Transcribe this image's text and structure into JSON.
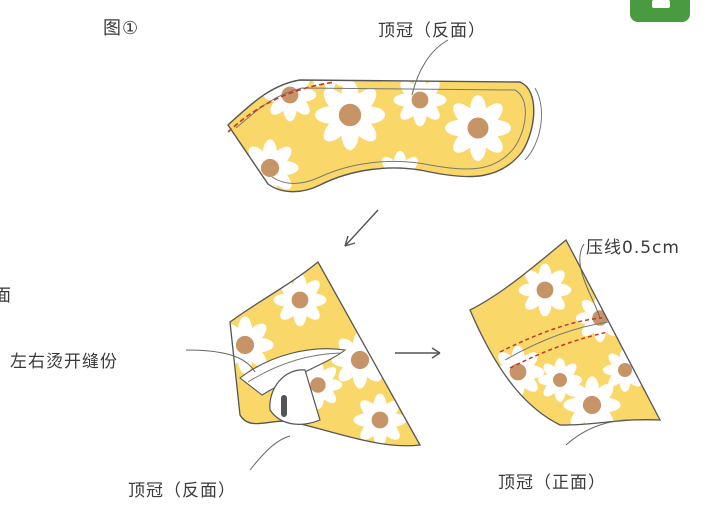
{
  "figure_label": "图①",
  "labels": {
    "crown_back_top": "顶冠（反面）",
    "topstitch": "压线0.5cm",
    "press_seam": "左右烫开缝份",
    "crown_back_bottom": "顶冠（反面）",
    "crown_front": "顶冠（正面）",
    "cut_edge": "面"
  },
  "colors": {
    "fabric_yellow": "#F9D769",
    "petal_white": "#FFFFFF",
    "flower_center": "#C79468",
    "seam_red": "#C0392B",
    "outline": "#555555",
    "badge_green": "#4A9A3F"
  }
}
